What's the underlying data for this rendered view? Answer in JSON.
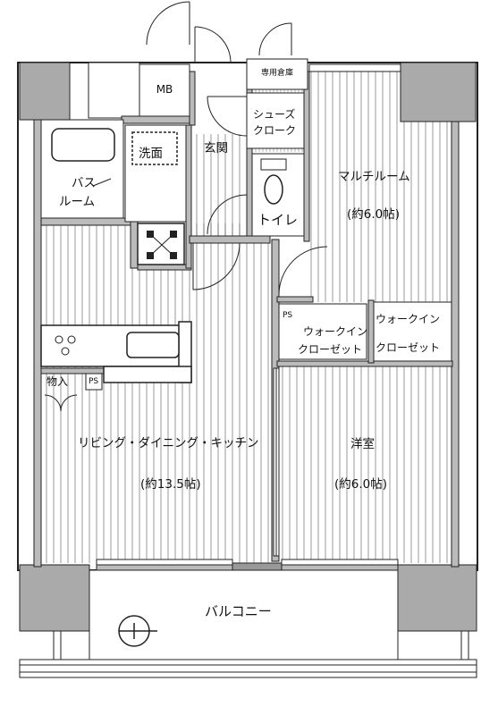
{
  "colors": {
    "wall": "#aaaaaa",
    "wall_dark": "#888888",
    "line": "#222222",
    "floor_stripe": "#444444"
  },
  "rooms": {
    "mb": "MB",
    "senyo_souko": "専用倉庫",
    "shoes_cloak_1": "シューズ",
    "shoes_cloak_2": "クローク",
    "senmen": "洗面",
    "genkan": "玄関",
    "bath_1": "バス",
    "bath_2": "ルーム",
    "toilet": "トイレ",
    "multi_room": "マルチルーム",
    "multi_room_size": "(約6.0帖)",
    "ps_1": "PS",
    "ps_2": "PS",
    "wic_1a": "ウォークイン",
    "wic_1b": "クローゼット",
    "wic_2a": "ウォークイン",
    "wic_2b": "クローゼット",
    "monoire": "物入",
    "ldk": "リビング・ダイニング・キッチン",
    "ldk_size": "(約13.5帖)",
    "yoshitsu": "洋室",
    "yoshitsu_size": "(約6.0帖)",
    "balcony": "バルコニー"
  },
  "icons": [
    "north-arrow-icon",
    "stove-icon",
    "sink-icon",
    "toilet-icon",
    "bathtub-icon",
    "washbasin-icon",
    "washing-machine-pan-icon",
    "door-swing-icon"
  ]
}
